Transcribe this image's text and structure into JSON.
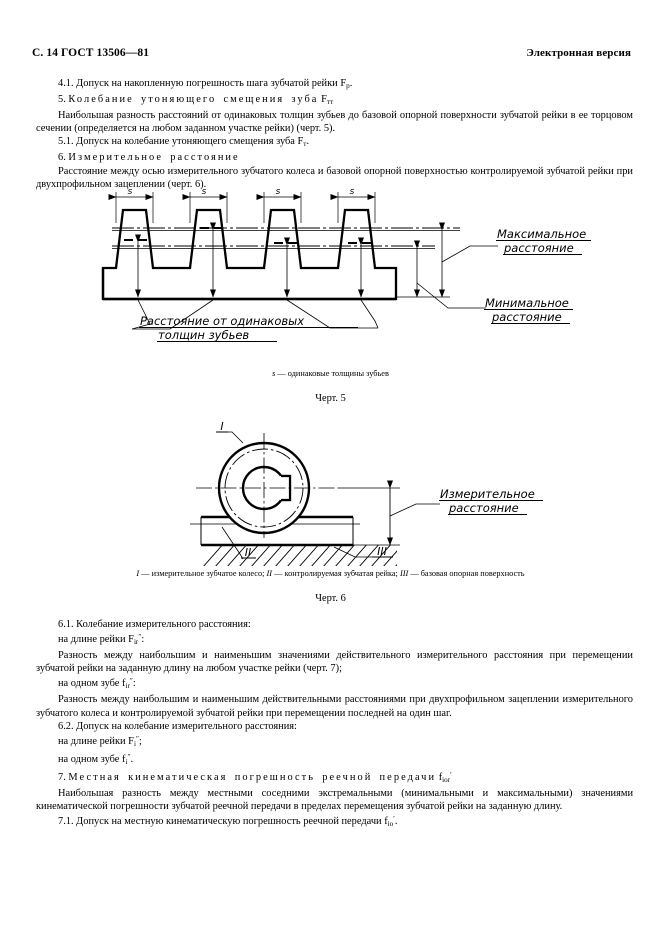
{
  "header": {
    "page_label": "С. 14 ГОСТ 13506—81",
    "watermark": "Электронная версия"
  },
  "body": {
    "p41_a": "4.1.  Допуск на накопленную погрешность шага зубчатой рейки F",
    "p41_sub": "p",
    "p41_b": ".",
    "s5_num": "5. ",
    "s5_title": "Колебание утоняющего смещения зуба",
    "s5_symbol": "F",
    "s5_symbol_sub": "тт",
    "p5_text": "Наибольшая разность расстояний от одинаковых толщин зубьев до базовой опорной поверхности зубчатой рейки в ее торцовом сечении (определяется на любом заданном участке рейки) (черт. 5).",
    "p51_a": "5.1.  Допуск на колебание утоняющего смещения зуба F",
    "p51_sub": "т",
    "p51_b": ".",
    "s6_num": "6. ",
    "s6_title": "Измерительное расстояние",
    "p6_text": "Расстояние между осью измерительного зубчатого колеса и базовой опорной поверхностью контролируемой зубчатой рейки при двухпрофильном зацеплении (черт. 6).",
    "p61_head": "6.1.  Колебание измерительного расстояния:",
    "p61_line1_a": "на длине рейки F",
    "p61_line1_sub": "ir",
    "p61_line1_sup": "″",
    "p61_line1_b": ":",
    "p61_para1": "Разность между наибольшим и наименьшим значениями действительного измерительного расстояния при перемещении зубчатой рейки на заданную длину на любом участке рейки (черт. 7);",
    "p61_line2_a": "на одном зубе f",
    "p61_line2_sub": "ir",
    "p61_line2_sup": "″",
    "p61_line2_b": ":",
    "p61_para2": "Разность между наибольшим и наименьшим действительными расстояниями при двухпрофильном зацеплении измерительного зубчатого колеса и контролируемой зубчатой рейки при перемещении последней на один шаг.",
    "p62_head": "6.2.  Допуск на колебание измерительного расстояния:",
    "p62_line1_a": "на длине рейки F",
    "p62_line1_sub": "i",
    "p62_line1_sup": "″",
    "p62_line1_b": ";",
    "p62_line2_a": "на одном зубе f",
    "p62_line2_sub": "i",
    "p62_line2_sup": "″",
    "p62_line2_b": ".",
    "s7_num": "7. ",
    "s7_title": "Местная кинематическая погрешность реечной передачи",
    "s7_symbol": "f",
    "s7_symbol_sub": "ior",
    "s7_symbol_sup": "′",
    "p7_text": "Наибольшая разность между местными соседними экстремальными (минимальными и максимальными) значениями кинематической погрешности зубчатой реечной передачи в пределах перемещения зубчатой рейки на заданную длину.",
    "p71_a": "7.1.  Допуск на местную кинематическую погрешность реечной передачи f",
    "p71_sub": "io",
    "p71_sup": "′",
    "p71_b": "."
  },
  "figure5": {
    "dimension_label": "s",
    "label_max_line1": "Максимальное",
    "label_max_line2": "расстояние",
    "label_min_line1": "Минимальное",
    "label_min_line2": "расстояние",
    "label_dist_line1": "Расстояние от одинаковых",
    "label_dist_line2": "толщин  зубьев",
    "note_symbol": "s",
    "note_text": " — одинаковые толщины зубьев",
    "caption": "Черт. 5"
  },
  "figure6": {
    "callout_I": "I",
    "callout_II": "II",
    "callout_III": "III",
    "label_meas_line1": "Измерительное",
    "label_meas_line2": "расстояние",
    "note_I": "I",
    "note_I_text": " — измерительное зубчатое колесо; ",
    "note_II": "II",
    "note_II_text": " — контролируемая зубчатая рейка; ",
    "note_III": "III",
    "note_III_text": " — базовая опорная поверхность",
    "caption": "Черт. 6"
  },
  "colors": {
    "ink": "#000000",
    "paper": "#ffffff"
  }
}
